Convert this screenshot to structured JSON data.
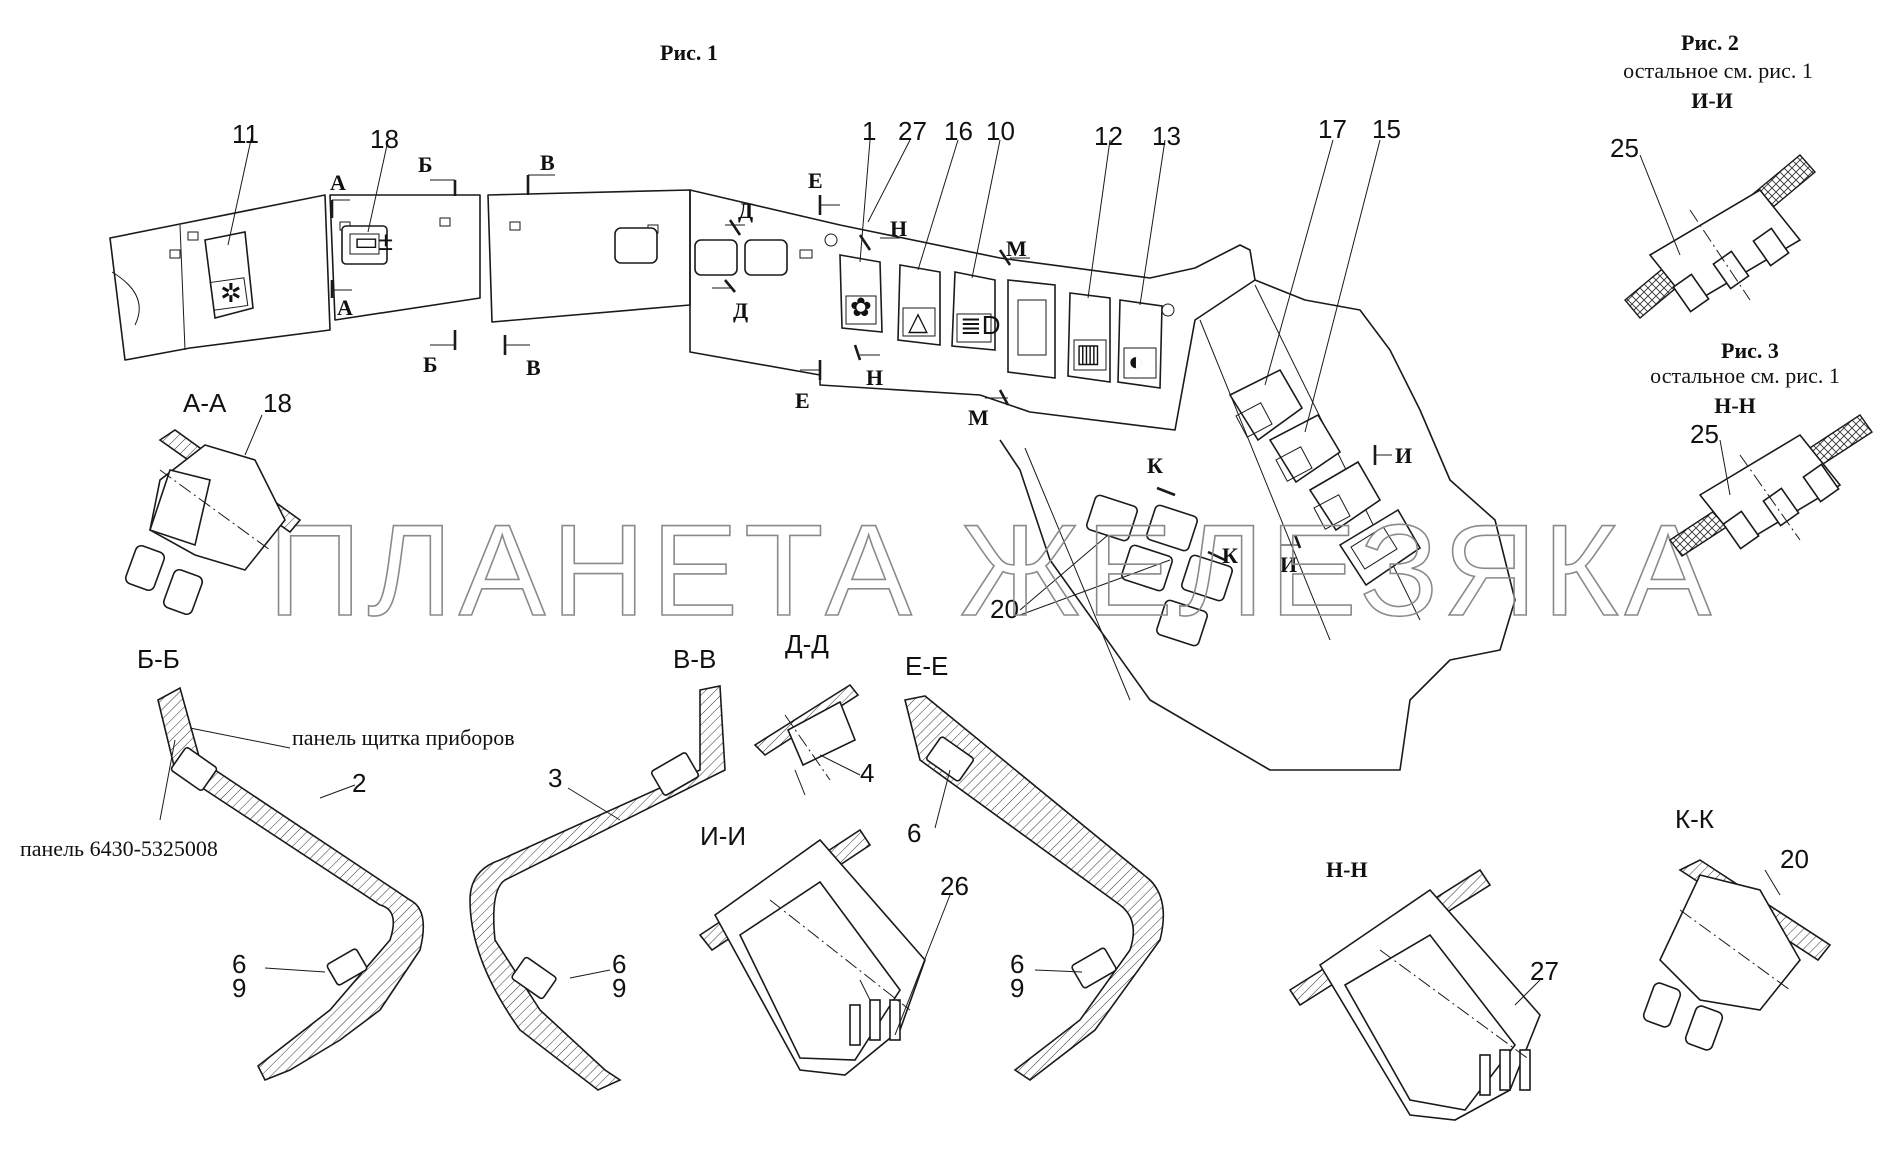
{
  "figures": {
    "fig1_title": "Рис. 1",
    "fig2_title": "Рис. 2",
    "fig2_note": "остальное см. рис. 1",
    "fig2_section": "И-И",
    "fig3_title": "Рис. 3",
    "fig3_note": "остальное см. рис. 1",
    "fig3_section": "Н-Н"
  },
  "callouts": {
    "c1": "1",
    "c27": "27",
    "c16": "16",
    "c10": "10",
    "c12": "12",
    "c13": "13",
    "c17": "17",
    "c15": "15",
    "c11": "11",
    "c18": "18",
    "c20": "20",
    "c25a": "25",
    "c25b": "25",
    "c18b": "18",
    "c2": "2",
    "c3": "3",
    "c4": "4",
    "c6a": "6",
    "c9a": "9",
    "c6b": "6",
    "c9b": "9",
    "c6c": "6",
    "c6d": "6",
    "c9d": "9",
    "c26": "26",
    "c27b": "27",
    "c20b": "20"
  },
  "section_marks": {
    "A": "А",
    "B": "Б",
    "V": "В",
    "D": "Д",
    "E": "Е",
    "N": "Н",
    "M": "М",
    "K": "К",
    "I": "И"
  },
  "section_titles": {
    "AA": "А-А",
    "BB": "Б-Б",
    "VV": "В-В",
    "DD": "Д-Д",
    "EE": "Е-Е",
    "II": "И-И",
    "NN": "Н-Н",
    "KK": "К-К"
  },
  "labels": {
    "panel_instr": "панель щитка приборов",
    "panel_code": "панель 6430-5325008"
  },
  "watermark": "ПЛАНЕТА ЖЕЛЕЗЯКА"
}
